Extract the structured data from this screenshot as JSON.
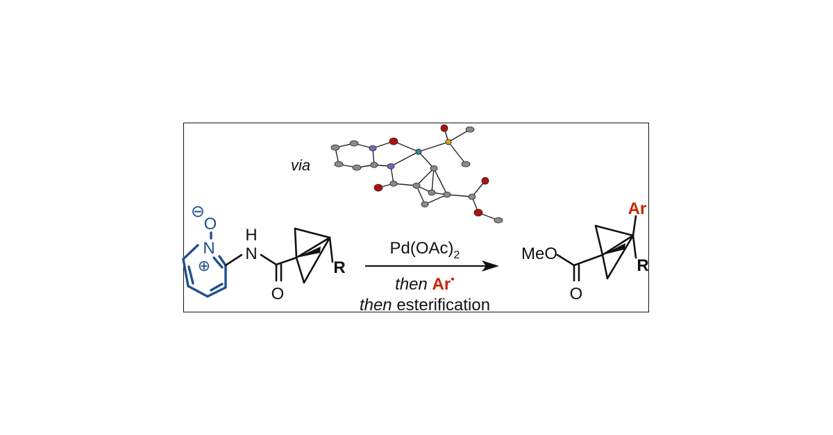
{
  "colors": {
    "blue": "#1f4f8f",
    "red": "#cc2200",
    "black": "#111111",
    "carbon_atom": "#888888",
    "oxygen_atom": "#b01010",
    "nitrogen_atom": "#6d6db8",
    "sulfur_atom": "#d8a020",
    "palladium_atom": "#2a8a8a"
  },
  "crystal_structure": {
    "label": "via"
  },
  "reactant": {
    "oxide_o_label": "O",
    "minus_sign": "⊖",
    "n_label": "N",
    "plus_sign": "⊕",
    "nh_n_label": "N",
    "nh_h_label": "H",
    "carbonyl_o_label": "O",
    "r_label": "R"
  },
  "conditions": {
    "reagent_main": "Pd(OAc)",
    "reagent_subscript": "2",
    "step2_italic": "then",
    "step2_reagent": "Ar",
    "radical_dot": "•",
    "step3_italic": "then",
    "step3_text": "esterification"
  },
  "product": {
    "meo_label": "MeO",
    "carbonyl_o_label": "O",
    "ar_label": "Ar",
    "r_label": "R"
  }
}
